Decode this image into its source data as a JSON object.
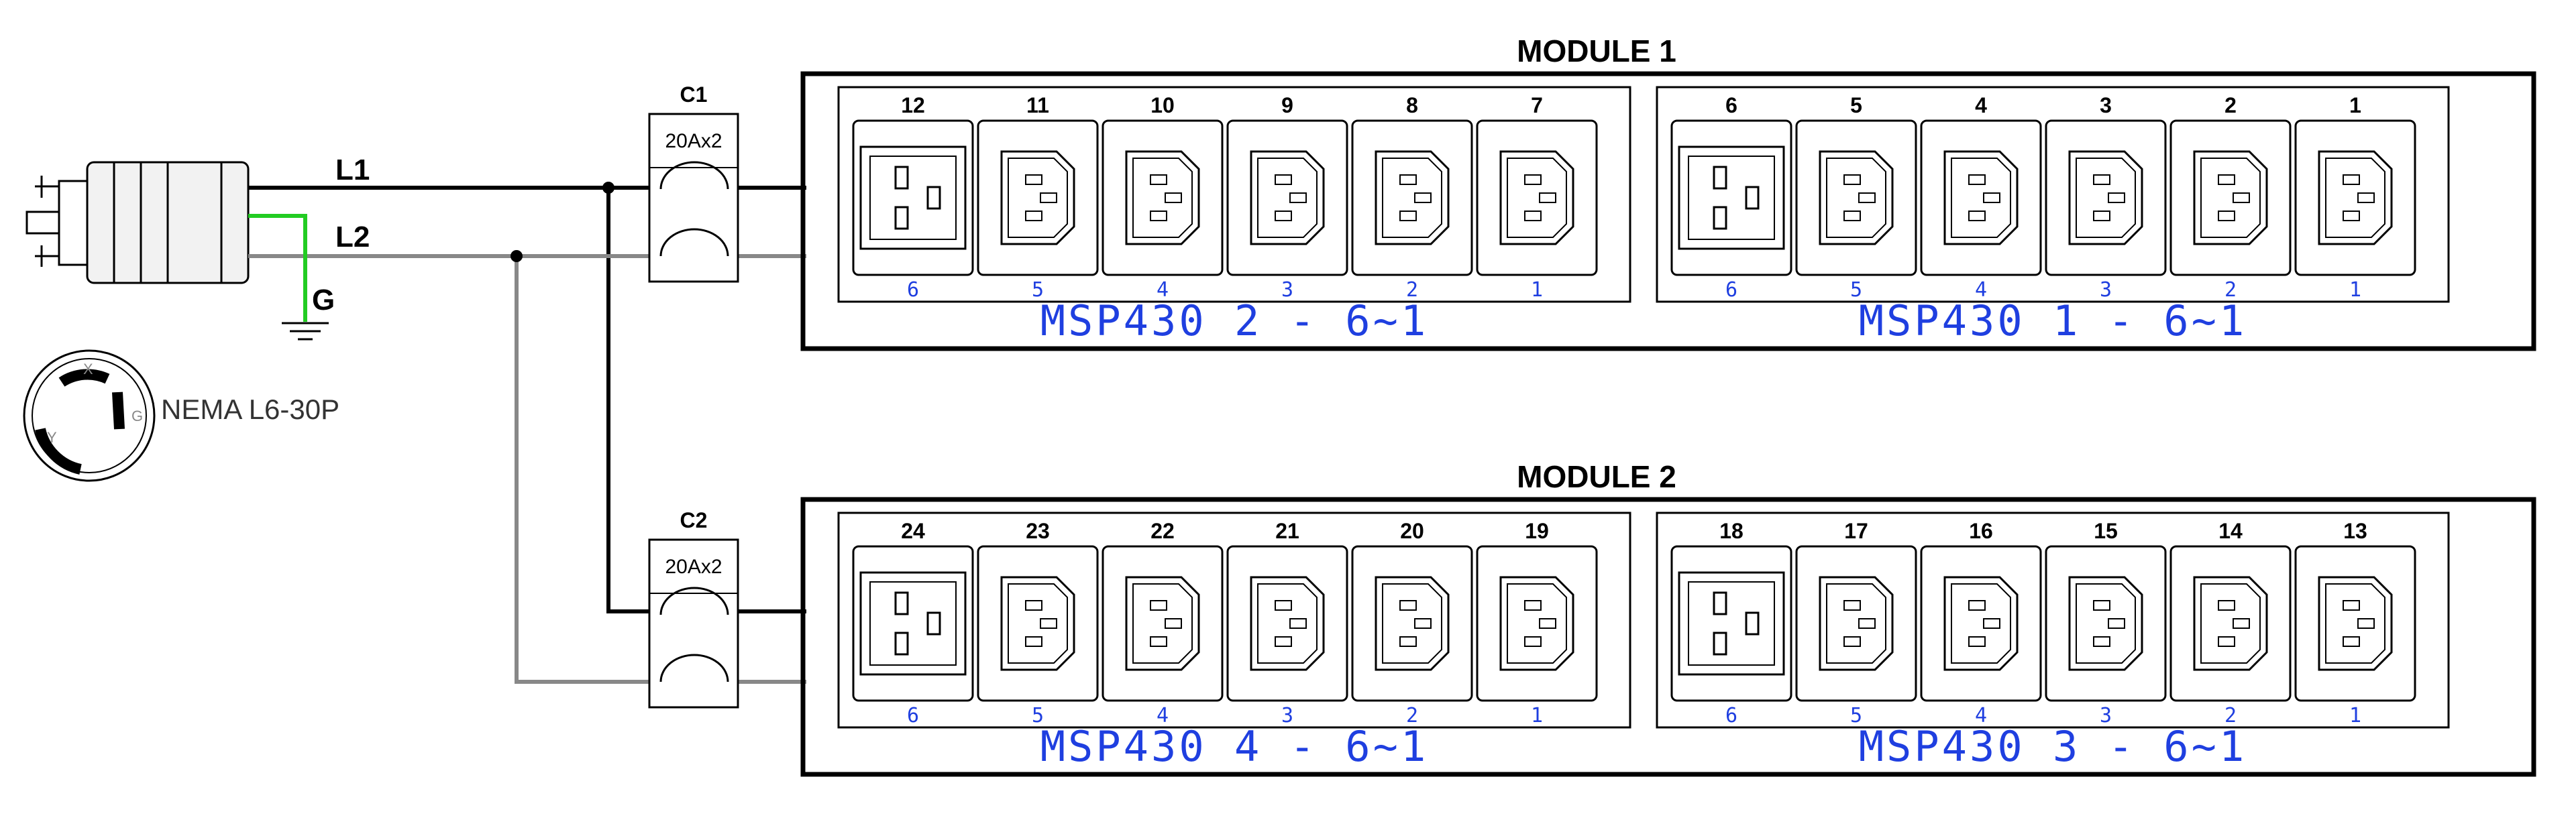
{
  "plug": {
    "label": "NEMA L6-30P",
    "face_letters": {
      "x": "X",
      "y": "Y",
      "g": "G"
    },
    "lines": {
      "l1": "L1",
      "l2": "L2",
      "g": "G"
    }
  },
  "breakers": [
    {
      "name": "C1",
      "rating": "20Ax2"
    },
    {
      "name": "C2",
      "rating": "20Ax2"
    }
  ],
  "modules": [
    {
      "title": "MODULE 1",
      "banks": [
        {
          "caption": "MSP430 2 - 6~1",
          "outlets": [
            {
              "num": "12",
              "idx": "6",
              "kind": "C19"
            },
            {
              "num": "11",
              "idx": "5",
              "kind": "C13"
            },
            {
              "num": "10",
              "idx": "4",
              "kind": "C13"
            },
            {
              "num": "9",
              "idx": "3",
              "kind": "C13"
            },
            {
              "num": "8",
              "idx": "2",
              "kind": "C13"
            },
            {
              "num": "7",
              "idx": "1",
              "kind": "C13"
            }
          ]
        },
        {
          "caption": "MSP430 1 - 6~1",
          "outlets": [
            {
              "num": "6",
              "idx": "6",
              "kind": "C19"
            },
            {
              "num": "5",
              "idx": "5",
              "kind": "C13"
            },
            {
              "num": "4",
              "idx": "4",
              "kind": "C13"
            },
            {
              "num": "3",
              "idx": "3",
              "kind": "C13"
            },
            {
              "num": "2",
              "idx": "2",
              "kind": "C13"
            },
            {
              "num": "1",
              "idx": "1",
              "kind": "C13"
            }
          ]
        }
      ]
    },
    {
      "title": "MODULE 2",
      "banks": [
        {
          "caption": "MSP430 4 - 6~1",
          "outlets": [
            {
              "num": "24",
              "idx": "6",
              "kind": "C19"
            },
            {
              "num": "23",
              "idx": "5",
              "kind": "C13"
            },
            {
              "num": "22",
              "idx": "4",
              "kind": "C13"
            },
            {
              "num": "21",
              "idx": "3",
              "kind": "C13"
            },
            {
              "num": "20",
              "idx": "2",
              "kind": "C13"
            },
            {
              "num": "19",
              "idx": "1",
              "kind": "C13"
            }
          ]
        },
        {
          "caption": "MSP430 3 - 6~1",
          "outlets": [
            {
              "num": "18",
              "idx": "6",
              "kind": "C19"
            },
            {
              "num": "17",
              "idx": "5",
              "kind": "C13"
            },
            {
              "num": "16",
              "idx": "4",
              "kind": "C13"
            },
            {
              "num": "15",
              "idx": "3",
              "kind": "C13"
            },
            {
              "num": "14",
              "idx": "2",
              "kind": "C13"
            },
            {
              "num": "13",
              "idx": "1",
              "kind": "C13"
            }
          ]
        }
      ]
    }
  ],
  "colors": {
    "line_l1": "#000000",
    "line_l2": "#888888",
    "ground": "#22cc22",
    "caption_blue": "#1f3fe0",
    "outline": "#000000"
  },
  "icons": [
    "nema-l6-30p-plug-icon",
    "ground-symbol-icon",
    "c13-outlet-icon",
    "c19-outlet-icon",
    "circuit-breaker-icon"
  ]
}
